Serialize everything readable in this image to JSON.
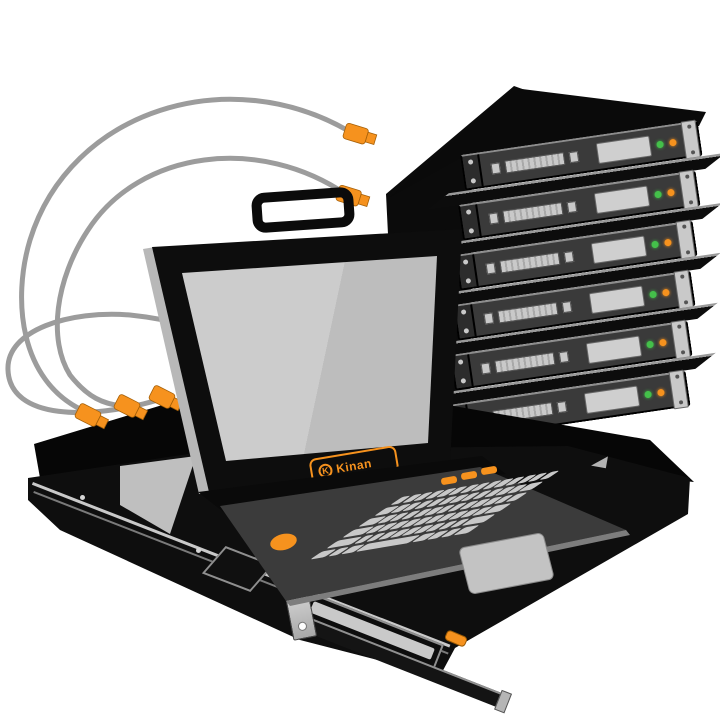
{
  "logo": {
    "monogram": "K",
    "brand": "Kinan",
    "color": "#f6921e"
  },
  "palette": {
    "accent_orange": "#f6921e",
    "cable_gray": "#9c9c9c",
    "chassis_dark": "#3a3a3a",
    "chassis_black": "#0b0b0b",
    "screen_gray": "#c7c7c7",
    "key_gray": "#c8c8c8",
    "led_green": "#44c04a",
    "led_orange": "#f6921e"
  },
  "servers": {
    "count": 6,
    "units": [
      {
        "power_led": "#44c04a",
        "status_led": "#f6921e"
      },
      {
        "power_led": "#44c04a",
        "status_led": "#f6921e"
      },
      {
        "power_led": "#44c04a",
        "status_led": "#f6921e"
      },
      {
        "power_led": "#44c04a",
        "status_led": "#f6921e"
      },
      {
        "power_led": "#44c04a",
        "status_led": "#f6921e"
      },
      {
        "power_led": "#44c04a",
        "status_led": "#f6921e"
      }
    ]
  },
  "cables": {
    "count": 3,
    "color": "#9c9c9c",
    "connector_color": "#f6921e"
  },
  "console": {
    "indicator_lights": 3,
    "power_button_color": "#f6921e",
    "touchpad": true
  },
  "keyboard": {
    "rows": [
      [
        1,
        1,
        1,
        1,
        1,
        1,
        1,
        1,
        1,
        1,
        1,
        1,
        1,
        1
      ],
      [
        1.5,
        1,
        1,
        1,
        1,
        1,
        1,
        1,
        1,
        1,
        1,
        1,
        1.5
      ],
      [
        1.8,
        1,
        1,
        1,
        1,
        1,
        1,
        1,
        1,
        1,
        1,
        1,
        1.2
      ],
      [
        2.2,
        1,
        1,
        1,
        1,
        1,
        1,
        1,
        1,
        1,
        1,
        1.8
      ],
      [
        2.6,
        1,
        1,
        1,
        1,
        1,
        1,
        1,
        1,
        1,
        2.4
      ],
      [
        1.4,
        1,
        1.2,
        5,
        1.2,
        1,
        1,
        1.4
      ]
    ]
  }
}
